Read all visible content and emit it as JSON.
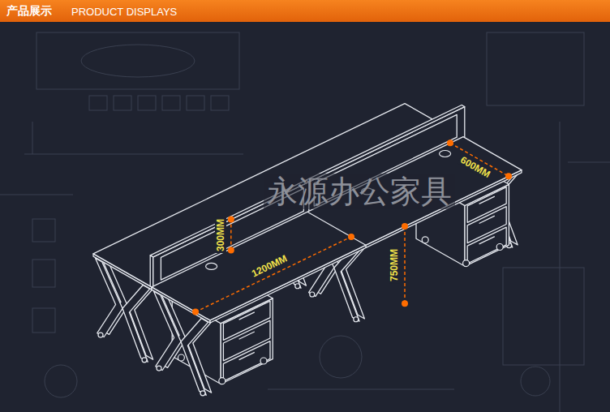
{
  "diagram": {
    "title": "产品展示",
    "labels": [
      "PRODUCT DISPLAYS",
      "300MM",
      "1200MM",
      "600MM",
      "750MM",
      "永源办公家具"
    ]
  }
}
